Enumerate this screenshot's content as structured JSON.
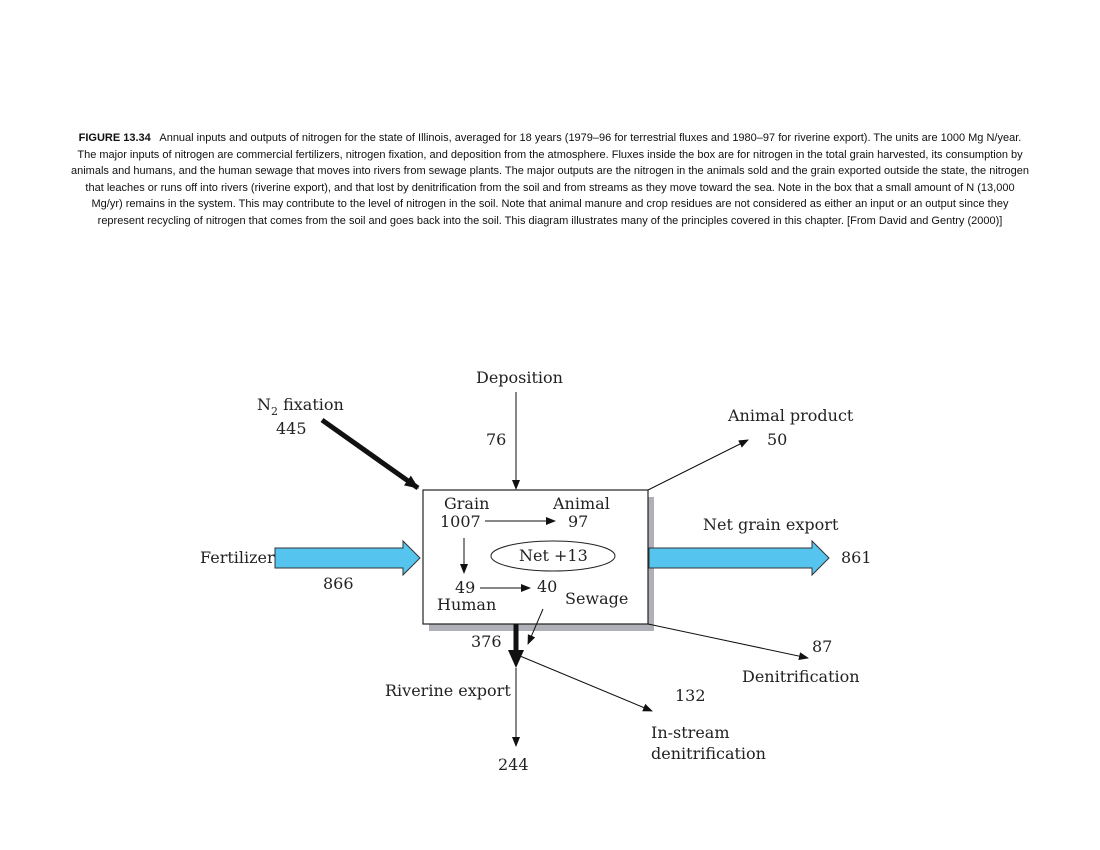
{
  "caption": {
    "label": "FIGURE 13.34",
    "text": "Annual inputs and outputs of nitrogen for the state of Illinois, averaged for 18 years (1979–96 for terrestrial fluxes and 1980–97 for riverine export). The units are 1000 Mg N/year. The major inputs of nitrogen are commercial fertilizers, nitrogen fixation, and deposition from the atmosphere. Fluxes inside the box are for nitrogen in the total grain harvested, its consumption by animals and humans, and the human sewage that moves into rivers from sewage plants. The major outputs are the nitrogen in the animals sold and the grain exported outside the state, the nitrogen that leaches or runs off into rivers (riverine export), and that lost by denitrification from the soil and from streams as they move toward the sea. Note in the box that a small amount of N (13,000 Mg/yr) remains in the system. This may contribute to the level of nitrogen in the soil. Note that animal manure and crop residues are not considered as either an input or an output since they represent recycling of nitrogen that comes from the soil and goes back into the soil. This diagram illustrates many of the principles covered in this chapter. [From David and Gentry (2000)]"
  },
  "diagram": {
    "inputs": {
      "deposition": {
        "label": "Deposition",
        "value": "76"
      },
      "n2_fixation": {
        "label_n": "N",
        "label_sub": "2",
        "label_rest": " fixation",
        "value": "445"
      },
      "fertilizer": {
        "label": "Fertilizer",
        "value": "866"
      }
    },
    "box": {
      "grain": {
        "label": "Grain",
        "value": "1007"
      },
      "animal": {
        "label": "Animal",
        "value": "97"
      },
      "net": "Net +13",
      "human": {
        "label": "Human",
        "value": "49"
      },
      "sewage": {
        "label": "Sewage",
        "value": "40"
      }
    },
    "outputs": {
      "animal_product": {
        "label": "Animal product",
        "value": "50"
      },
      "net_grain_export": {
        "label": "Net grain export",
        "value": "861"
      },
      "denitrification": {
        "label": "Denitrification",
        "value": "87"
      },
      "riverine_export": {
        "label": "Riverine export",
        "value_in": "376",
        "value_out": "244"
      },
      "instream_denitrification": {
        "label_line1": "In-stream",
        "label_line2": "denitrification",
        "value": "132"
      }
    },
    "colors": {
      "wide_arrow_fill": "#55c4ee",
      "box_shadow": "#b0b0b8",
      "line": "#111111"
    }
  }
}
